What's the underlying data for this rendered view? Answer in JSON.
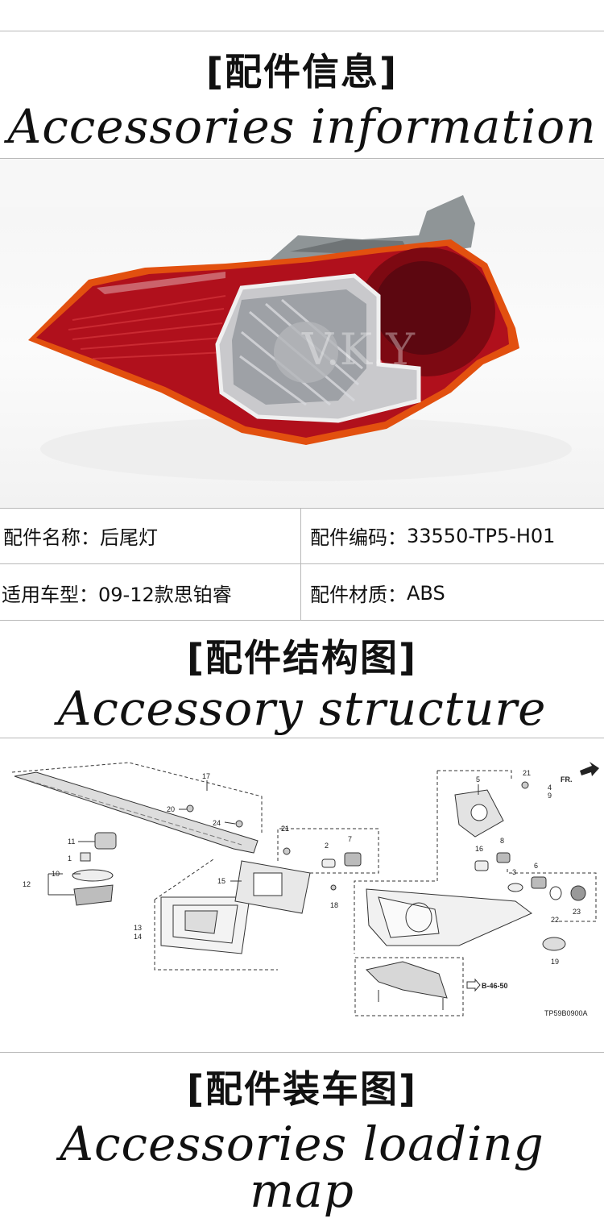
{
  "section1": {
    "title_cn": "[配件信息]",
    "title_en": "Accessories information"
  },
  "photo": {
    "watermark": "V.K.Y"
  },
  "info": {
    "name_label": "配件名称：",
    "name_value": "后尾灯",
    "code_label": "配件编码：",
    "code_value": "33550-TP5-H01",
    "model_label": "适用车型：",
    "model_value": "09-12款思铂睿",
    "material_label": "配件材质：",
    "material_value": "ABS"
  },
  "section2": {
    "title_cn": "[配件结构图]",
    "title_en": "Accessory structure"
  },
  "diagram": {
    "part_numbers": [
      "17",
      "20",
      "24",
      "21",
      "11",
      "1",
      "10",
      "12",
      "21",
      "2",
      "7",
      "15",
      "18",
      "13",
      "14",
      "5",
      "21",
      "4",
      "9",
      "16",
      "8",
      "3",
      "6",
      "22",
      "23",
      "19"
    ],
    "arrow_label": "FR.",
    "ref_label": "B-46-50",
    "code_label": "TP59B0900A"
  },
  "section3": {
    "title_cn": "[配件装车图]",
    "title_en": "Accessories loading map"
  },
  "colors": {
    "lamp_red": "#b0101c",
    "lamp_amber": "#e2500f",
    "rule_gray": "#b8b8b8"
  }
}
